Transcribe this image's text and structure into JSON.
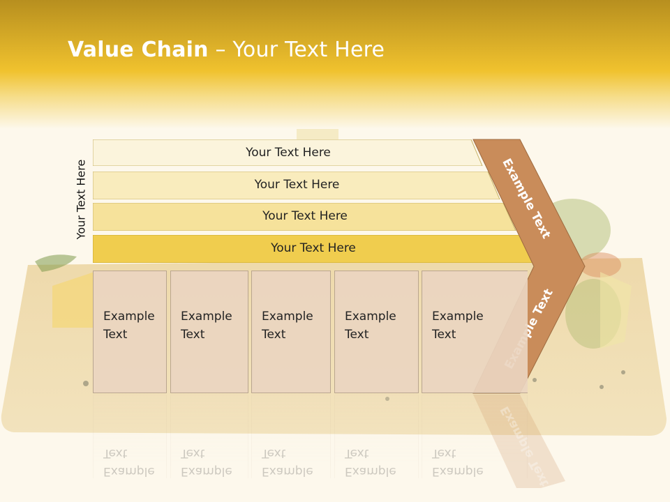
{
  "title": {
    "bold": "Value Chain",
    "rest": " – Your Text Here"
  },
  "side_label": "Your Text Here",
  "bands": [
    {
      "label": "Your Text Here",
      "color": "#fbf4dc"
    },
    {
      "label": "Your Text Here",
      "color": "#f9ecbd"
    },
    {
      "label": "Your Text Here",
      "color": "#f6e29b"
    },
    {
      "label": "Your Text Here",
      "color": "#f0cd4e"
    }
  ],
  "boxes": [
    {
      "line1": "Example",
      "line2": "Text"
    },
    {
      "line1": "Example",
      "line2": "Text"
    },
    {
      "line1": "Example",
      "line2": "Text"
    },
    {
      "line1": "Example",
      "line2": "Text"
    },
    {
      "line1": "Example",
      "line2": "Text"
    }
  ],
  "chevron": {
    "upper_label": "Example Text",
    "lower_label": "Example Text",
    "color": "#c98c5a"
  },
  "colors": {
    "header": "#f0c22e",
    "box_fill": "#ead5c0",
    "chevron": "#c98c5a"
  }
}
